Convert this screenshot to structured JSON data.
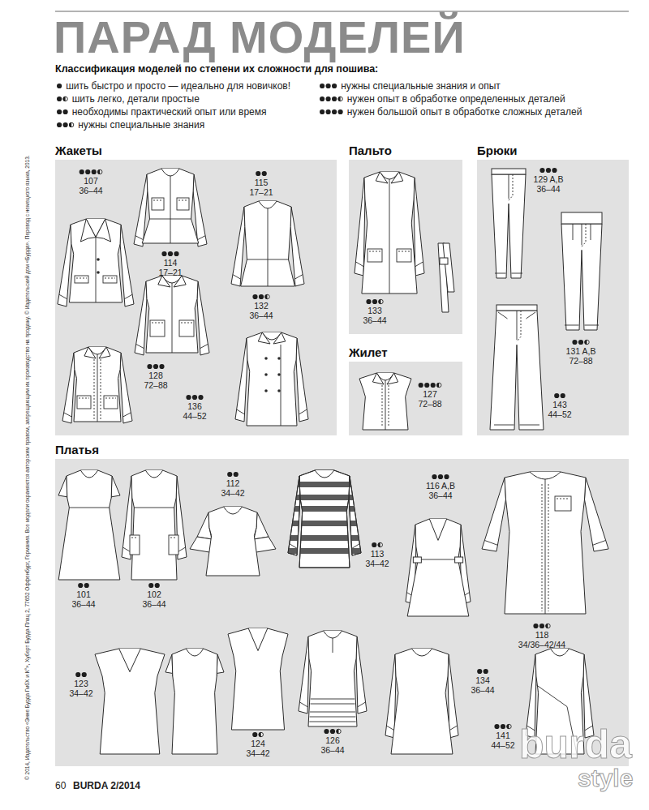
{
  "diagram": {
    "title": "ПАРАД МОДЕЛЕЙ",
    "nodes": [
      {
        "text": [
          "Жакеты"
        ]
      },
      {
        "text": [
          "Пальто"
        ]
      },
      {
        "text": [
          "Брюки"
        ]
      },
      {
        "text": [
          "Жилет"
        ]
      },
      {
        "text": [
          "Платья"
        ]
      }
    ],
    "labels": [
      "Классификация моделей по степени их сложности для пошива:",
      "107",
      "36–44",
      "115",
      "17–21",
      "114",
      "17–21",
      "132",
      "36–44",
      "128",
      "72–88",
      "136",
      "44–52",
      "133",
      "36–44",
      "129 A,B",
      "36–44",
      "131 A,B",
      "72–88",
      "143",
      "44–52",
      "127",
      "72–88",
      "112",
      "34–42",
      "116 A,B",
      "36–44",
      "113",
      "34–42",
      "101",
      "36–44",
      "102",
      "36–44",
      "118",
      "34/36–42/44",
      "123",
      "34–42",
      "134",
      "36–44",
      "124",
      "34–42",
      "126",
      "36–44",
      "141",
      "44–52",
      "60",
      "BURDA 2/2014",
      "© 2014, Издательство «Энне Бурда ГмбХ и К°», Хуберт Бурда-Плац 2, 77652 Оффенбург, Германия. Все модели охраняются авторским правом, запрещающим их производство на продажу. © Издательский дом «Бурда». Перевод с немецкого языка, 2013.",
      "burda",
      "style"
    ],
    "legend": [
      {
        "text": "шить быстро и просто — идеально для новичков!"
      },
      {
        "text": "шить легко, детали простые"
      },
      {
        "text": "необходимы практический опыт или время"
      },
      {
        "text": "нужны специальные знания"
      },
      {
        "text": "нужны специальные знания и опыт"
      },
      {
        "text": "нужен опыт в обработке определенных деталей"
      },
      {
        "text": "нужен большой опыт в обработке сложных деталей"
      }
    ]
  }
}
